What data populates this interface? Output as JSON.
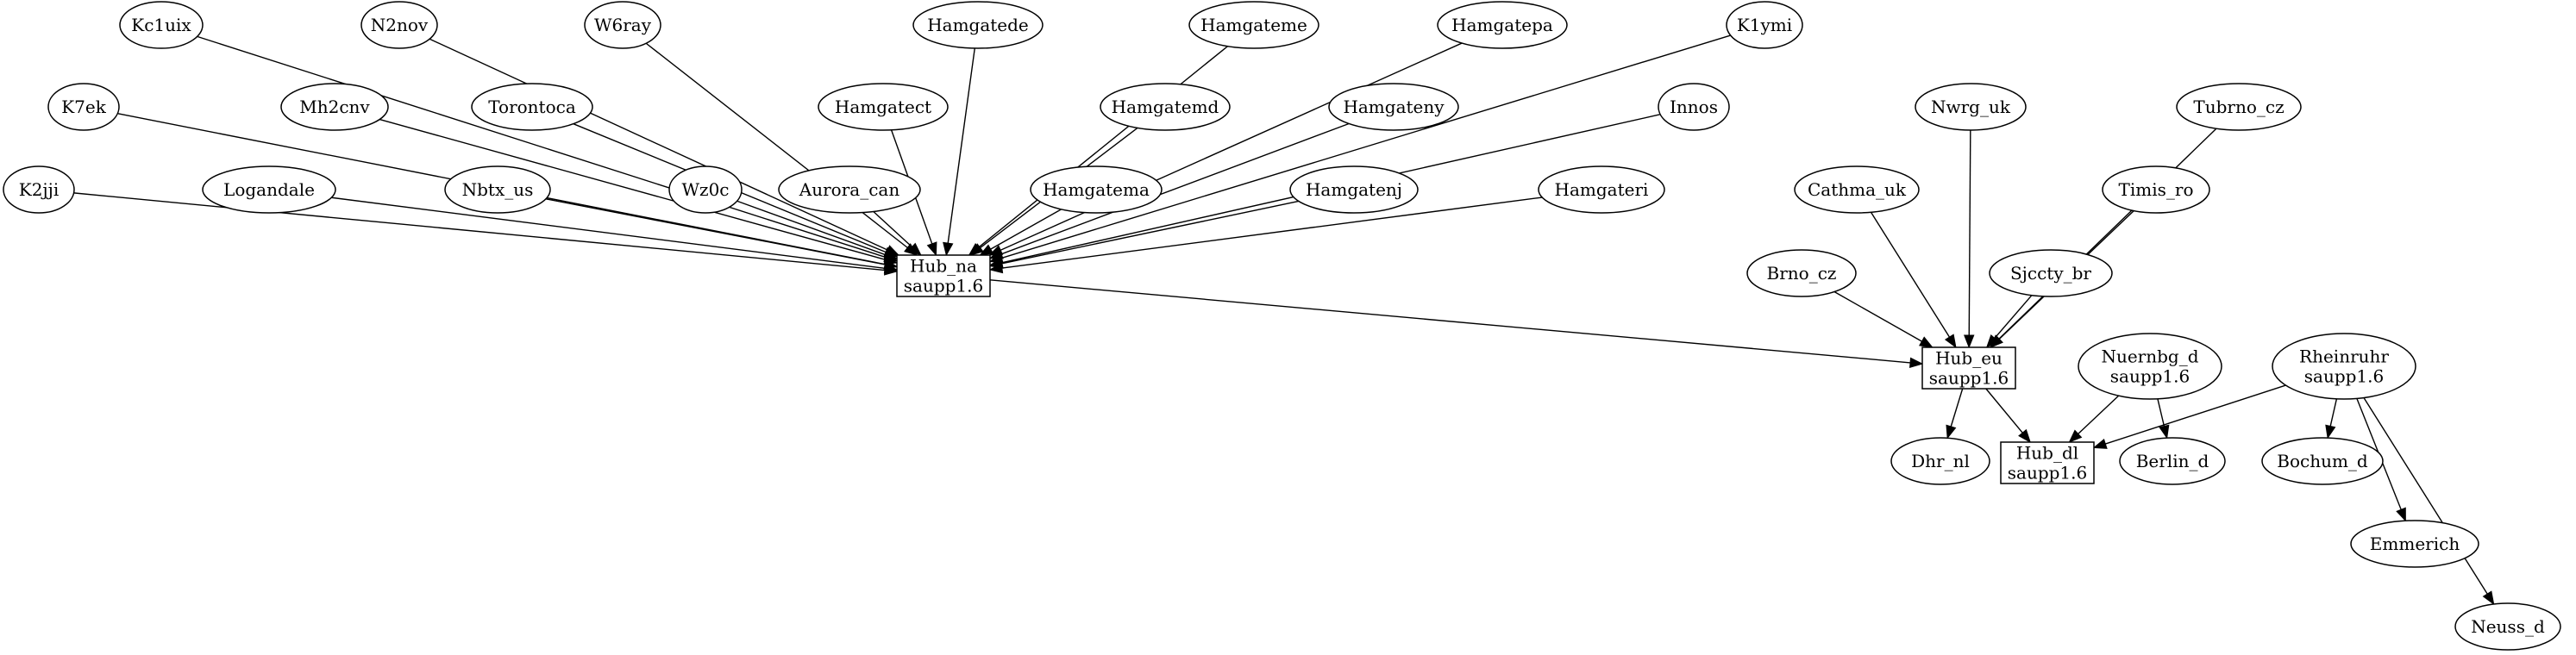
{
  "diagram": {
    "nodes": [
      {
        "id": "kc1uix",
        "shape": "ellipse",
        "lines": [
          "Kc1uix"
        ]
      },
      {
        "id": "n2nov",
        "shape": "ellipse",
        "lines": [
          "N2nov"
        ]
      },
      {
        "id": "w6ray",
        "shape": "ellipse",
        "lines": [
          "W6ray"
        ]
      },
      {
        "id": "hamgatede",
        "shape": "ellipse",
        "lines": [
          "Hamgatede"
        ]
      },
      {
        "id": "hamgateme",
        "shape": "ellipse",
        "lines": [
          "Hamgateme"
        ]
      },
      {
        "id": "hamgatepa",
        "shape": "ellipse",
        "lines": [
          "Hamgatepa"
        ]
      },
      {
        "id": "k1ymi",
        "shape": "ellipse",
        "lines": [
          "K1ymi"
        ]
      },
      {
        "id": "k7ek",
        "shape": "ellipse",
        "lines": [
          "K7ek"
        ]
      },
      {
        "id": "mh2cnv",
        "shape": "ellipse",
        "lines": [
          "Mh2cnv"
        ]
      },
      {
        "id": "torontoca",
        "shape": "ellipse",
        "lines": [
          "Torontoca"
        ]
      },
      {
        "id": "hamgatect",
        "shape": "ellipse",
        "lines": [
          "Hamgatect"
        ]
      },
      {
        "id": "hamgatemd",
        "shape": "ellipse",
        "lines": [
          "Hamgatemd"
        ]
      },
      {
        "id": "hamgateny",
        "shape": "ellipse",
        "lines": [
          "Hamgateny"
        ]
      },
      {
        "id": "innos",
        "shape": "ellipse",
        "lines": [
          "Innos"
        ]
      },
      {
        "id": "nwrg_uk",
        "shape": "ellipse",
        "lines": [
          "Nwrg_uk"
        ]
      },
      {
        "id": "tubrno_cz",
        "shape": "ellipse",
        "lines": [
          "Tubrno_cz"
        ]
      },
      {
        "id": "k2jji",
        "shape": "ellipse",
        "lines": [
          "K2jji"
        ]
      },
      {
        "id": "logandale",
        "shape": "ellipse",
        "lines": [
          "Logandale"
        ]
      },
      {
        "id": "nbtx_us",
        "shape": "ellipse",
        "lines": [
          "Nbtx_us"
        ]
      },
      {
        "id": "wz0c",
        "shape": "ellipse",
        "lines": [
          "Wz0c"
        ]
      },
      {
        "id": "aurora_can",
        "shape": "ellipse",
        "lines": [
          "Aurora_can"
        ]
      },
      {
        "id": "hamgatema",
        "shape": "ellipse",
        "lines": [
          "Hamgatema"
        ]
      },
      {
        "id": "hamgatenj",
        "shape": "ellipse",
        "lines": [
          "Hamgatenj"
        ]
      },
      {
        "id": "hamgateri",
        "shape": "ellipse",
        "lines": [
          "Hamgateri"
        ]
      },
      {
        "id": "cathma_uk",
        "shape": "ellipse",
        "lines": [
          "Cathma_uk"
        ]
      },
      {
        "id": "timis_ro",
        "shape": "ellipse",
        "lines": [
          "Timis_ro"
        ]
      },
      {
        "id": "brno_cz",
        "shape": "ellipse",
        "lines": [
          "Brno_cz"
        ]
      },
      {
        "id": "sjccty_br",
        "shape": "ellipse",
        "lines": [
          "Sjccty_br"
        ]
      },
      {
        "id": "hub_na",
        "shape": "box",
        "lines": [
          "Hub_na",
          "saupp1.6"
        ]
      },
      {
        "id": "hub_eu",
        "shape": "box",
        "lines": [
          "Hub_eu",
          "saupp1.6"
        ]
      },
      {
        "id": "nuernbg_d",
        "shape": "ellipse",
        "lines": [
          "Nuernbg_d",
          "saupp1.6"
        ]
      },
      {
        "id": "rheinruhr",
        "shape": "ellipse",
        "lines": [
          "Rheinruhr",
          "saupp1.6"
        ]
      },
      {
        "id": "dhr_nl",
        "shape": "ellipse",
        "lines": [
          "Dhr_nl"
        ]
      },
      {
        "id": "hub_dl",
        "shape": "box",
        "lines": [
          "Hub_dl",
          "saupp1.6"
        ]
      },
      {
        "id": "berlin_d",
        "shape": "ellipse",
        "lines": [
          "Berlin_d"
        ]
      },
      {
        "id": "bochum_d",
        "shape": "ellipse",
        "lines": [
          "Bochum_d"
        ]
      },
      {
        "id": "emmerich",
        "shape": "ellipse",
        "lines": [
          "Emmerich"
        ]
      },
      {
        "id": "neuss_d",
        "shape": "ellipse",
        "lines": [
          "Neuss_d"
        ]
      }
    ],
    "edges": [
      {
        "from": "kc1uix",
        "to": "hub_na"
      },
      {
        "from": "n2nov",
        "to": "hub_na"
      },
      {
        "from": "w6ray",
        "to": "hub_na"
      },
      {
        "from": "hamgatede",
        "to": "hub_na"
      },
      {
        "from": "hamgateme",
        "to": "hub_na"
      },
      {
        "from": "hamgatepa",
        "to": "hub_na"
      },
      {
        "from": "k1ymi",
        "to": "hub_na"
      },
      {
        "from": "k7ek",
        "to": "hub_na"
      },
      {
        "from": "mh2cnv",
        "to": "hub_na"
      },
      {
        "from": "torontoca",
        "to": "hub_na"
      },
      {
        "from": "hamgatect",
        "to": "hub_na"
      },
      {
        "from": "hamgatemd",
        "to": "hub_na"
      },
      {
        "from": "hamgateny",
        "to": "hub_na"
      },
      {
        "from": "innos",
        "to": "hub_na"
      },
      {
        "from": "k2jji",
        "to": "hub_na"
      },
      {
        "from": "logandale",
        "to": "hub_na"
      },
      {
        "from": "nbtx_us",
        "to": "hub_na"
      },
      {
        "from": "wz0c",
        "to": "hub_na"
      },
      {
        "from": "aurora_can",
        "to": "hub_na"
      },
      {
        "from": "hamgatema",
        "to": "hub_na"
      },
      {
        "from": "hamgatenj",
        "to": "hub_na"
      },
      {
        "from": "hamgateri",
        "to": "hub_na"
      },
      {
        "from": "hub_na",
        "to": "hub_eu"
      },
      {
        "from": "nwrg_uk",
        "to": "hub_eu"
      },
      {
        "from": "tubrno_cz",
        "to": "hub_eu"
      },
      {
        "from": "cathma_uk",
        "to": "hub_eu"
      },
      {
        "from": "timis_ro",
        "to": "hub_eu"
      },
      {
        "from": "brno_cz",
        "to": "hub_eu"
      },
      {
        "from": "sjccty_br",
        "to": "hub_eu"
      },
      {
        "from": "hub_eu",
        "to": "dhr_nl"
      },
      {
        "from": "hub_eu",
        "to": "hub_dl"
      },
      {
        "from": "nuernbg_d",
        "to": "hub_dl"
      },
      {
        "from": "nuernbg_d",
        "to": "berlin_d"
      },
      {
        "from": "rheinruhr",
        "to": "hub_dl"
      },
      {
        "from": "rheinruhr",
        "to": "bochum_d"
      },
      {
        "from": "rheinruhr",
        "to": "emmerich"
      },
      {
        "from": "rheinruhr",
        "to": "neuss_d"
      }
    ]
  }
}
